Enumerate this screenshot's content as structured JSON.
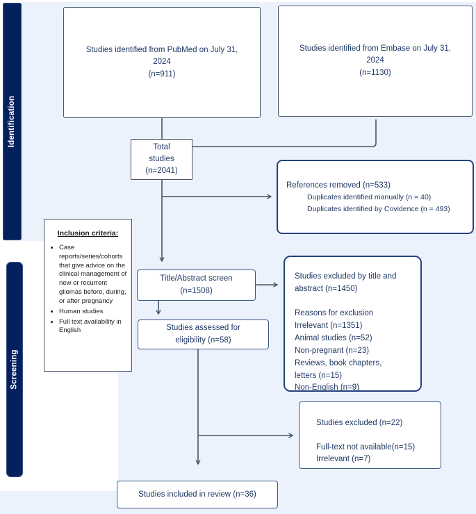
{
  "colors": {
    "panel_blue": "#ecf2fc",
    "sidebar_navy": "#04215e",
    "text_navy": "#1f3864",
    "connector": "#44546a"
  },
  "sidebar": {
    "identification_label": "Identification",
    "screening_label": "Screening"
  },
  "identification": {
    "pubmed_box": "Studies identified from PubMed on July 31,\n2024\n(n=911)",
    "embase_box": "Studies identified from Embase on July 31,\n2024\n(n=1130)",
    "total_box": "Total\nstudies\n(n=2041)",
    "references_removed": {
      "header": "References removed (n=533)",
      "details": [
        "Duplicates identified manually (n = 40)",
        "Duplicates identified by Covidence (n = 493)"
      ]
    }
  },
  "screening": {
    "inclusion_criteria": {
      "title": "Inclusion criteria:",
      "bullets": [
        "Case reports/series/cohorts that give advice on the clinical management of new or recurrent gliomas before, during, or after pregnancy",
        "Human studies",
        "Full text availability in English"
      ]
    },
    "title_abstract_box": "Title/Abstract screen\n(n=1508)",
    "excluded_title_abstract_box": "Studies excluded by title and\nabstract (n=1450)\n\nReasons for exclusion\nIrrelevant (n=1351)\nAnimal studies (n=52)\nNon-pregnant (n=23)\nReviews, book chapters,\nletters (n=15)\nNon-English (n=9)",
    "assessed_box": "Studies assessed for\neligibility (n=58)",
    "excluded_fulltext_box": "Studies excluded (n=22)\n\nFull-text not available(n=15)\nIrrelevant (n=7)",
    "included_box": "Studies included in review (n=36)"
  }
}
